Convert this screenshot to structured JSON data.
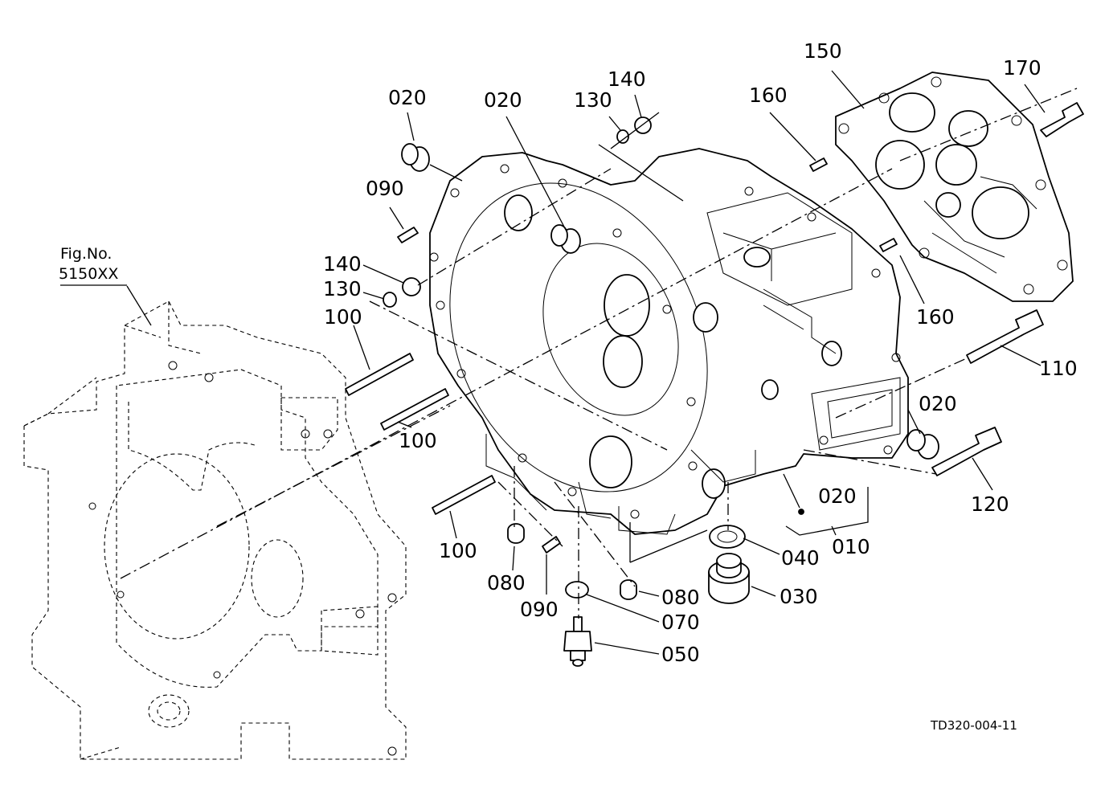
{
  "reference": {
    "line1": "Fig.No.",
    "line2": "5150XX"
  },
  "drawing_code": "TD320-004-11",
  "callouts": [
    {
      "id": "c-020-a",
      "text": "020"
    },
    {
      "id": "c-020-b",
      "text": "020"
    },
    {
      "id": "c-130-a",
      "text": "130"
    },
    {
      "id": "c-140-a",
      "text": "140"
    },
    {
      "id": "c-160-a",
      "text": "160"
    },
    {
      "id": "c-150",
      "text": "150"
    },
    {
      "id": "c-170",
      "text": "170"
    },
    {
      "id": "c-090-a",
      "text": "090"
    },
    {
      "id": "c-140-b",
      "text": "140"
    },
    {
      "id": "c-130-b",
      "text": "130"
    },
    {
      "id": "c-100-a",
      "text": "100"
    },
    {
      "id": "c-100-b",
      "text": "100"
    },
    {
      "id": "c-100-c",
      "text": "100"
    },
    {
      "id": "c-160-b",
      "text": "160"
    },
    {
      "id": "c-110",
      "text": "110"
    },
    {
      "id": "c-020-c",
      "text": "020"
    },
    {
      "id": "c-120",
      "text": "120"
    },
    {
      "id": "c-020-d",
      "text": "020"
    },
    {
      "id": "c-010",
      "text": "010"
    },
    {
      "id": "c-040",
      "text": "040"
    },
    {
      "id": "c-030",
      "text": "030"
    },
    {
      "id": "c-080-a",
      "text": "080"
    },
    {
      "id": "c-090-b",
      "text": "090"
    },
    {
      "id": "c-080-b",
      "text": "080"
    },
    {
      "id": "c-070",
      "text": "070"
    },
    {
      "id": "c-050",
      "text": "050"
    }
  ]
}
